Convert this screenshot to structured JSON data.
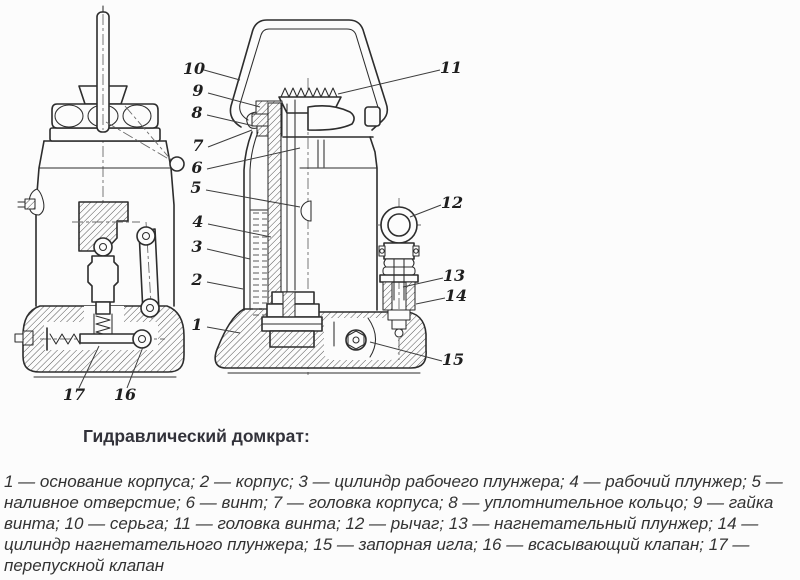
{
  "figure": {
    "caption": {
      "title": "Гидравлический домкрат:"
    },
    "legend_lines": [
      "1 — основание корпуса; 2 — корпус; 3 — цилиндр рабочего плунжера; 4 — рабочий плунжер; 5 —",
      "наливное отверстие; 6 — винт; 7 — головка корпуса; 8 — уплотнительное кольцо; 9 — гайка",
      "винта; 10 — серьга; 11 — головка винта; 12 — рычаг; 13 — нагнетательный плунжер; 14 —",
      "цилиндр нагнетательного плунжера; 15 — запорная игла; 16 — всасывающий клапан; 17 —",
      "перепускной клапан"
    ],
    "callouts": [
      "1",
      "2",
      "3",
      "4",
      "5",
      "6",
      "7",
      "8",
      "9",
      "10",
      "11",
      "12",
      "13",
      "14",
      "15",
      "16",
      "17"
    ],
    "colors": {
      "paper": "#fcfcfc",
      "ink": "#2d2d2d",
      "hatch": "#555555",
      "centerline": "#6a6a6a",
      "caption_title": "#32323a",
      "legend_text": "#333333"
    }
  }
}
